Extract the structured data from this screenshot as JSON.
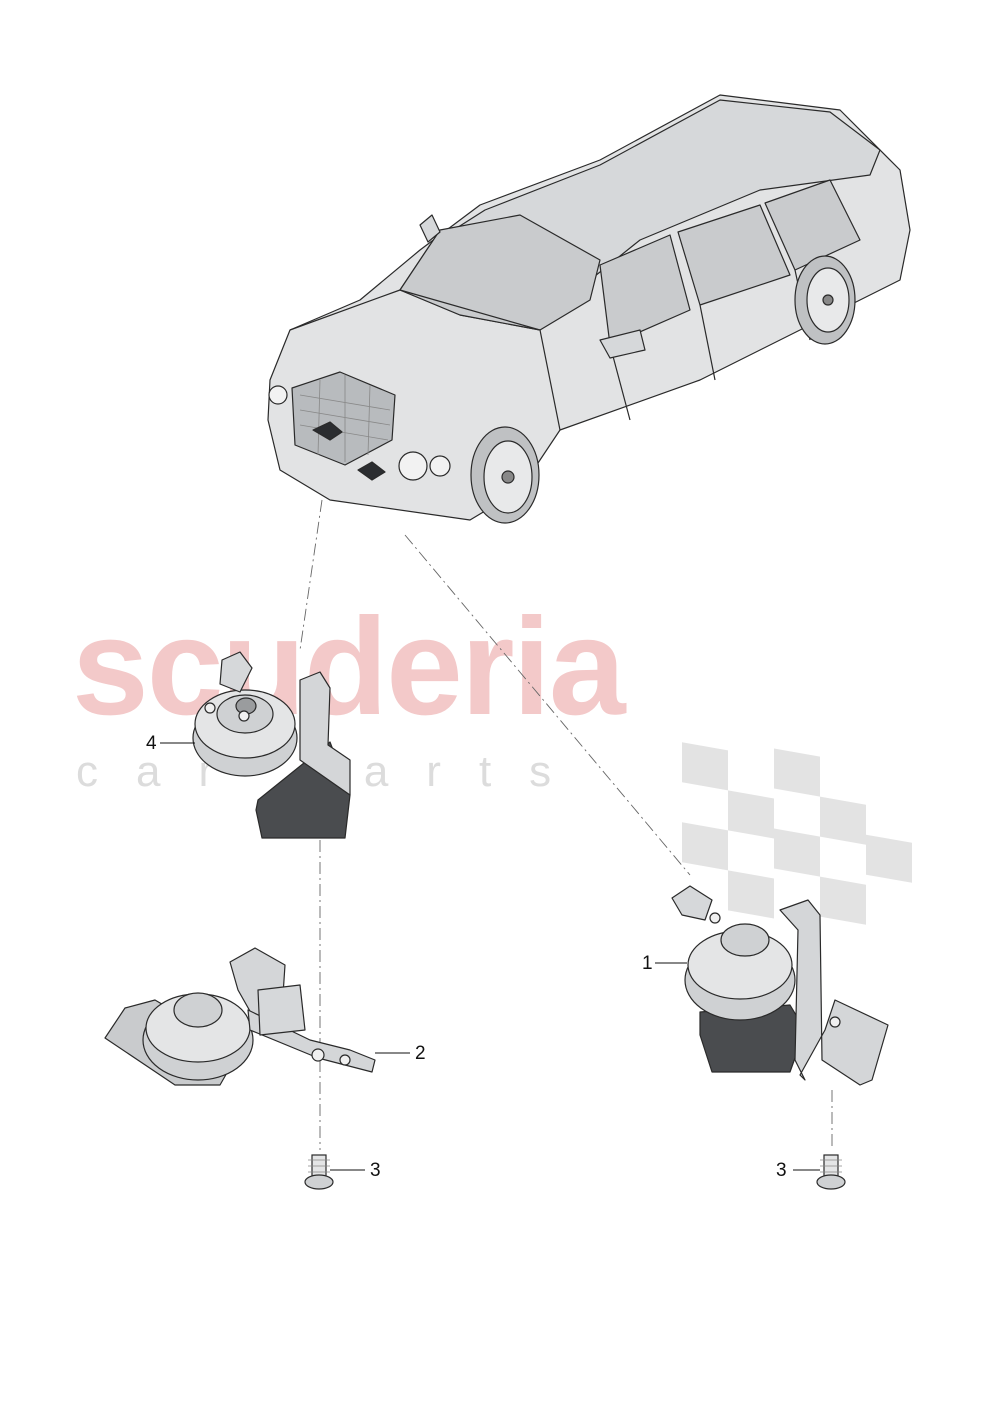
{
  "watermark": {
    "brand": "scuderia",
    "tagline": "car parts"
  },
  "callouts": {
    "part_1": "1",
    "part_2": "2",
    "part_3_left": "3",
    "part_3_right": "3",
    "part_4": "4"
  },
  "colors": {
    "line_art": "#2a2a2a",
    "body_fill": "#e2e3e4",
    "shade_fill": "#c9cbcd",
    "dark_fill": "#4a4c4f",
    "watermark_red": "#f3c9c9",
    "watermark_grey": "#dcdcdc"
  }
}
